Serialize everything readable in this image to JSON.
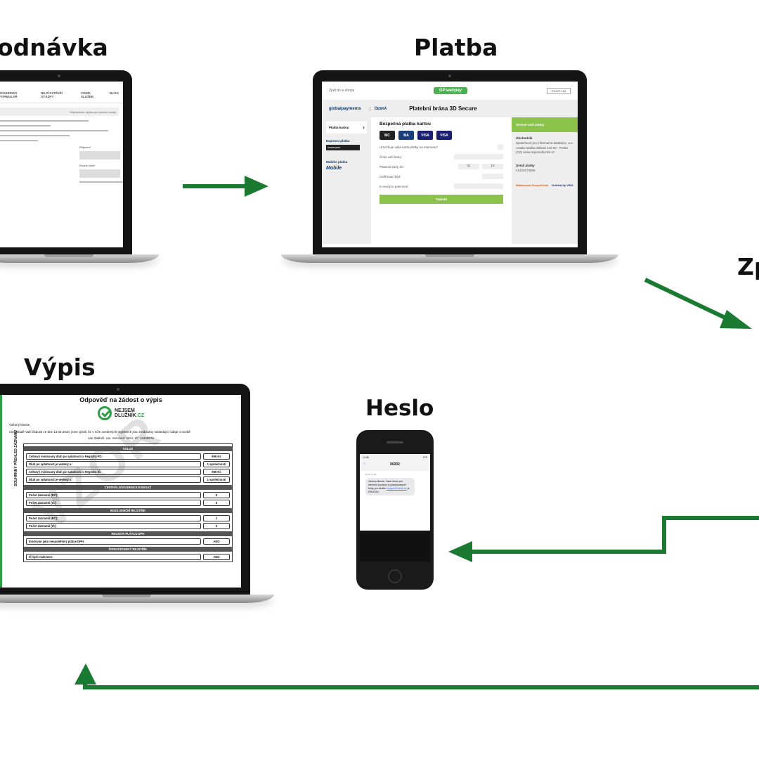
{
  "titles": {
    "objednavka": "odnávka",
    "platba": "Platba",
    "zpr": "Zp",
    "vypis": "Výpis",
    "heslo": "Heslo"
  },
  "colors": {
    "arrow": "#1a7a32",
    "accent_green": "#2e9e44"
  },
  "order_page": {
    "nav": [
      "SOUHRNNÝ FORMULÁŘ",
      "NEJČASTĚJŠÍ OTÁZKY",
      "CENÍK SLUŽEB",
      "BLOG"
    ],
    "crumb": "Objednávka výpisu pro fyzické osoby",
    "labels": [
      "Příjmení*",
      "Rodné číslo*"
    ]
  },
  "payment_page": {
    "back": "Zpět do e-shopu",
    "logo": "GP webpay",
    "lang": "Czech Ltd",
    "gp": "globalpayments",
    "bank": "ČESKÁ",
    "heading": "Platební brána 3D Secure",
    "tab_card": "Platba kartou",
    "express": "Expresní platba",
    "masterpass": "masterpass",
    "mobile_pay": "Mobilní platba",
    "mobile": "Mobile",
    "secure_title": "Bezpečná platba kartou",
    "cards": [
      "MC",
      "MA",
      "VISA",
      "VISA"
    ],
    "remember": "Umožňuje vaše karta platby na internetu?",
    "card_number": "Číslo vaší karty:",
    "expiry": "Platnost karty do:",
    "exp_month": "01",
    "exp_year": "19",
    "cvc": "Ověřovací kód:",
    "email": "E-mail pro potvrzení:",
    "pay_button": "Zaplatit",
    "summary": "Shrnutí vaší platby",
    "merchant_title": "Obchodník",
    "merchant": "Společnost pro informační databáze, a.s. Antala Staška 38/510 140 00 - Praha (CZ) www.nejsemdluznik.cz",
    "detail_title": "Detail platby",
    "detail": "#1420273899",
    "badge_mc": "Mastercard SecureCode",
    "badge_visa": "Verified by VISA"
  },
  "statement": {
    "title": "Odpověď na žádost o výpis",
    "logo_line1": "NEJSEM",
    "logo_line2": "DLUŽNÍK",
    "logo_tld": ".CZ",
    "greeting": "Vážený kliente,",
    "intro": "na základě Vaší žádosti ze dne 13.04.2018, jsme zjistili, že v níže uvedených registrech jsou evidovány následující údaje o osobě:",
    "person": "Jan Zadluží, nar. narození: 1911, IČ: 12345678",
    "side": "SOUHRNNÝ PŘEHLED ZÁZNAMŮ",
    "watermark": "VZOR",
    "sections": [
      {
        "name": "SOLUS",
        "rows": [
          {
            "k": "Celkový evidovaný dluh po splatnosti v Registru FO:",
            "v": "999 Kč"
          },
          {
            "k": "Dluh po splatnosti je vedený u:",
            "v": "1 společnosti"
          },
          {
            "k": "Celkový evidovaný dluh po splatnosti v Registru IČ:",
            "v": "999 Kč"
          },
          {
            "k": "Dluh po splatnosti je vedený u:",
            "v": "1 společnosti"
          }
        ]
      },
      {
        "name": "CENTRÁLNÍ EVIDENCE EXEKUCÍ",
        "rows": [
          {
            "k": "Počet záznamů (RČ):",
            "v": "5"
          },
          {
            "k": "Počet záznamů (IČ):",
            "v": "6"
          }
        ]
      },
      {
        "name": "INSOLVENČNÍ REJSTŘÍK",
        "rows": [
          {
            "k": "Počet záznamů (RČ):",
            "v": "1"
          },
          {
            "k": "Počet záznamů (IČ):",
            "v": "0"
          }
        ]
      },
      {
        "name": "REGISTR PLÁTCŮ DPH",
        "rows": [
          {
            "k": "Evidován jako nespolehlivý plátce DPH:",
            "v": "ANO"
          }
        ]
      },
      {
        "name": "ŽIVNOSTENSKÝ REJSTŘÍK",
        "rows": [
          {
            "k": "IČ bylo nalezeno:",
            "v": "ANO"
          }
        ]
      }
    ]
  },
  "sms": {
    "status": "14:06",
    "signal": "LTE",
    "sender": "90202",
    "meta": "Dnes 14:06",
    "message_a": "Vazeny kliente, Vase heslo pro otevreni souboru s pozadovanymi kody pro sluzbu ",
    "message_link": "NejsemDluznik.cz",
    "message_b": " je: DHLEGU."
  }
}
